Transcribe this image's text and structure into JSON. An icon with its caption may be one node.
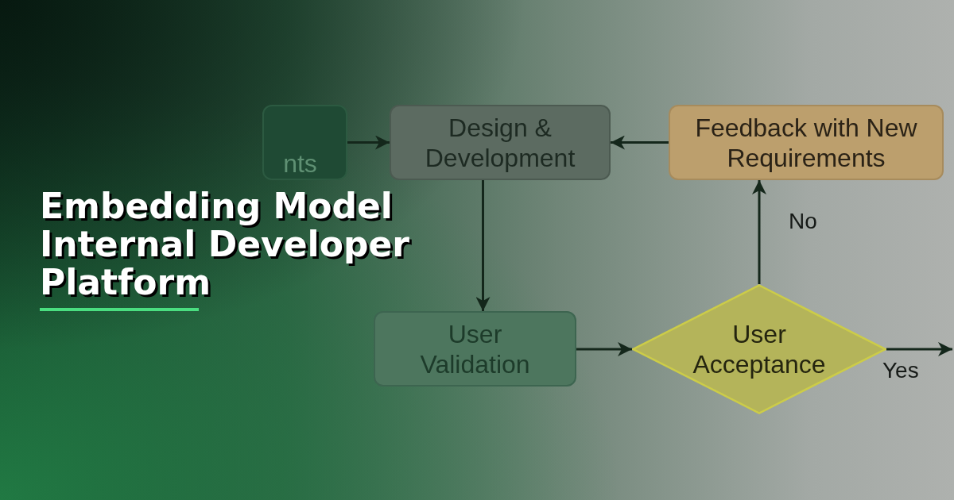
{
  "diagram": {
    "title": "Embedding Model Internal Developer Platform",
    "nodes": [
      {
        "text": [
          "nts"
        ]
      },
      {
        "text": [
          "Design & Development"
        ]
      },
      {
        "text": [
          "Feedback with New Requirements"
        ]
      },
      {
        "text": [
          "User Validation"
        ]
      },
      {
        "text": [
          "User Acceptance"
        ]
      }
    ],
    "edges": [
      {
        "from": 0,
        "to": 1,
        "arrow": "to"
      },
      {
        "from": 2,
        "to": 1,
        "arrow": "to"
      },
      {
        "from": 1,
        "to": 3,
        "arrow": "to"
      },
      {
        "from": 3,
        "to": 4,
        "arrow": "to"
      },
      {
        "from": 4,
        "to": 2,
        "arrow": "to",
        "label": "No"
      },
      {
        "from": 4,
        "to": null,
        "arrow": "to",
        "label": "Yes"
      }
    ]
  }
}
